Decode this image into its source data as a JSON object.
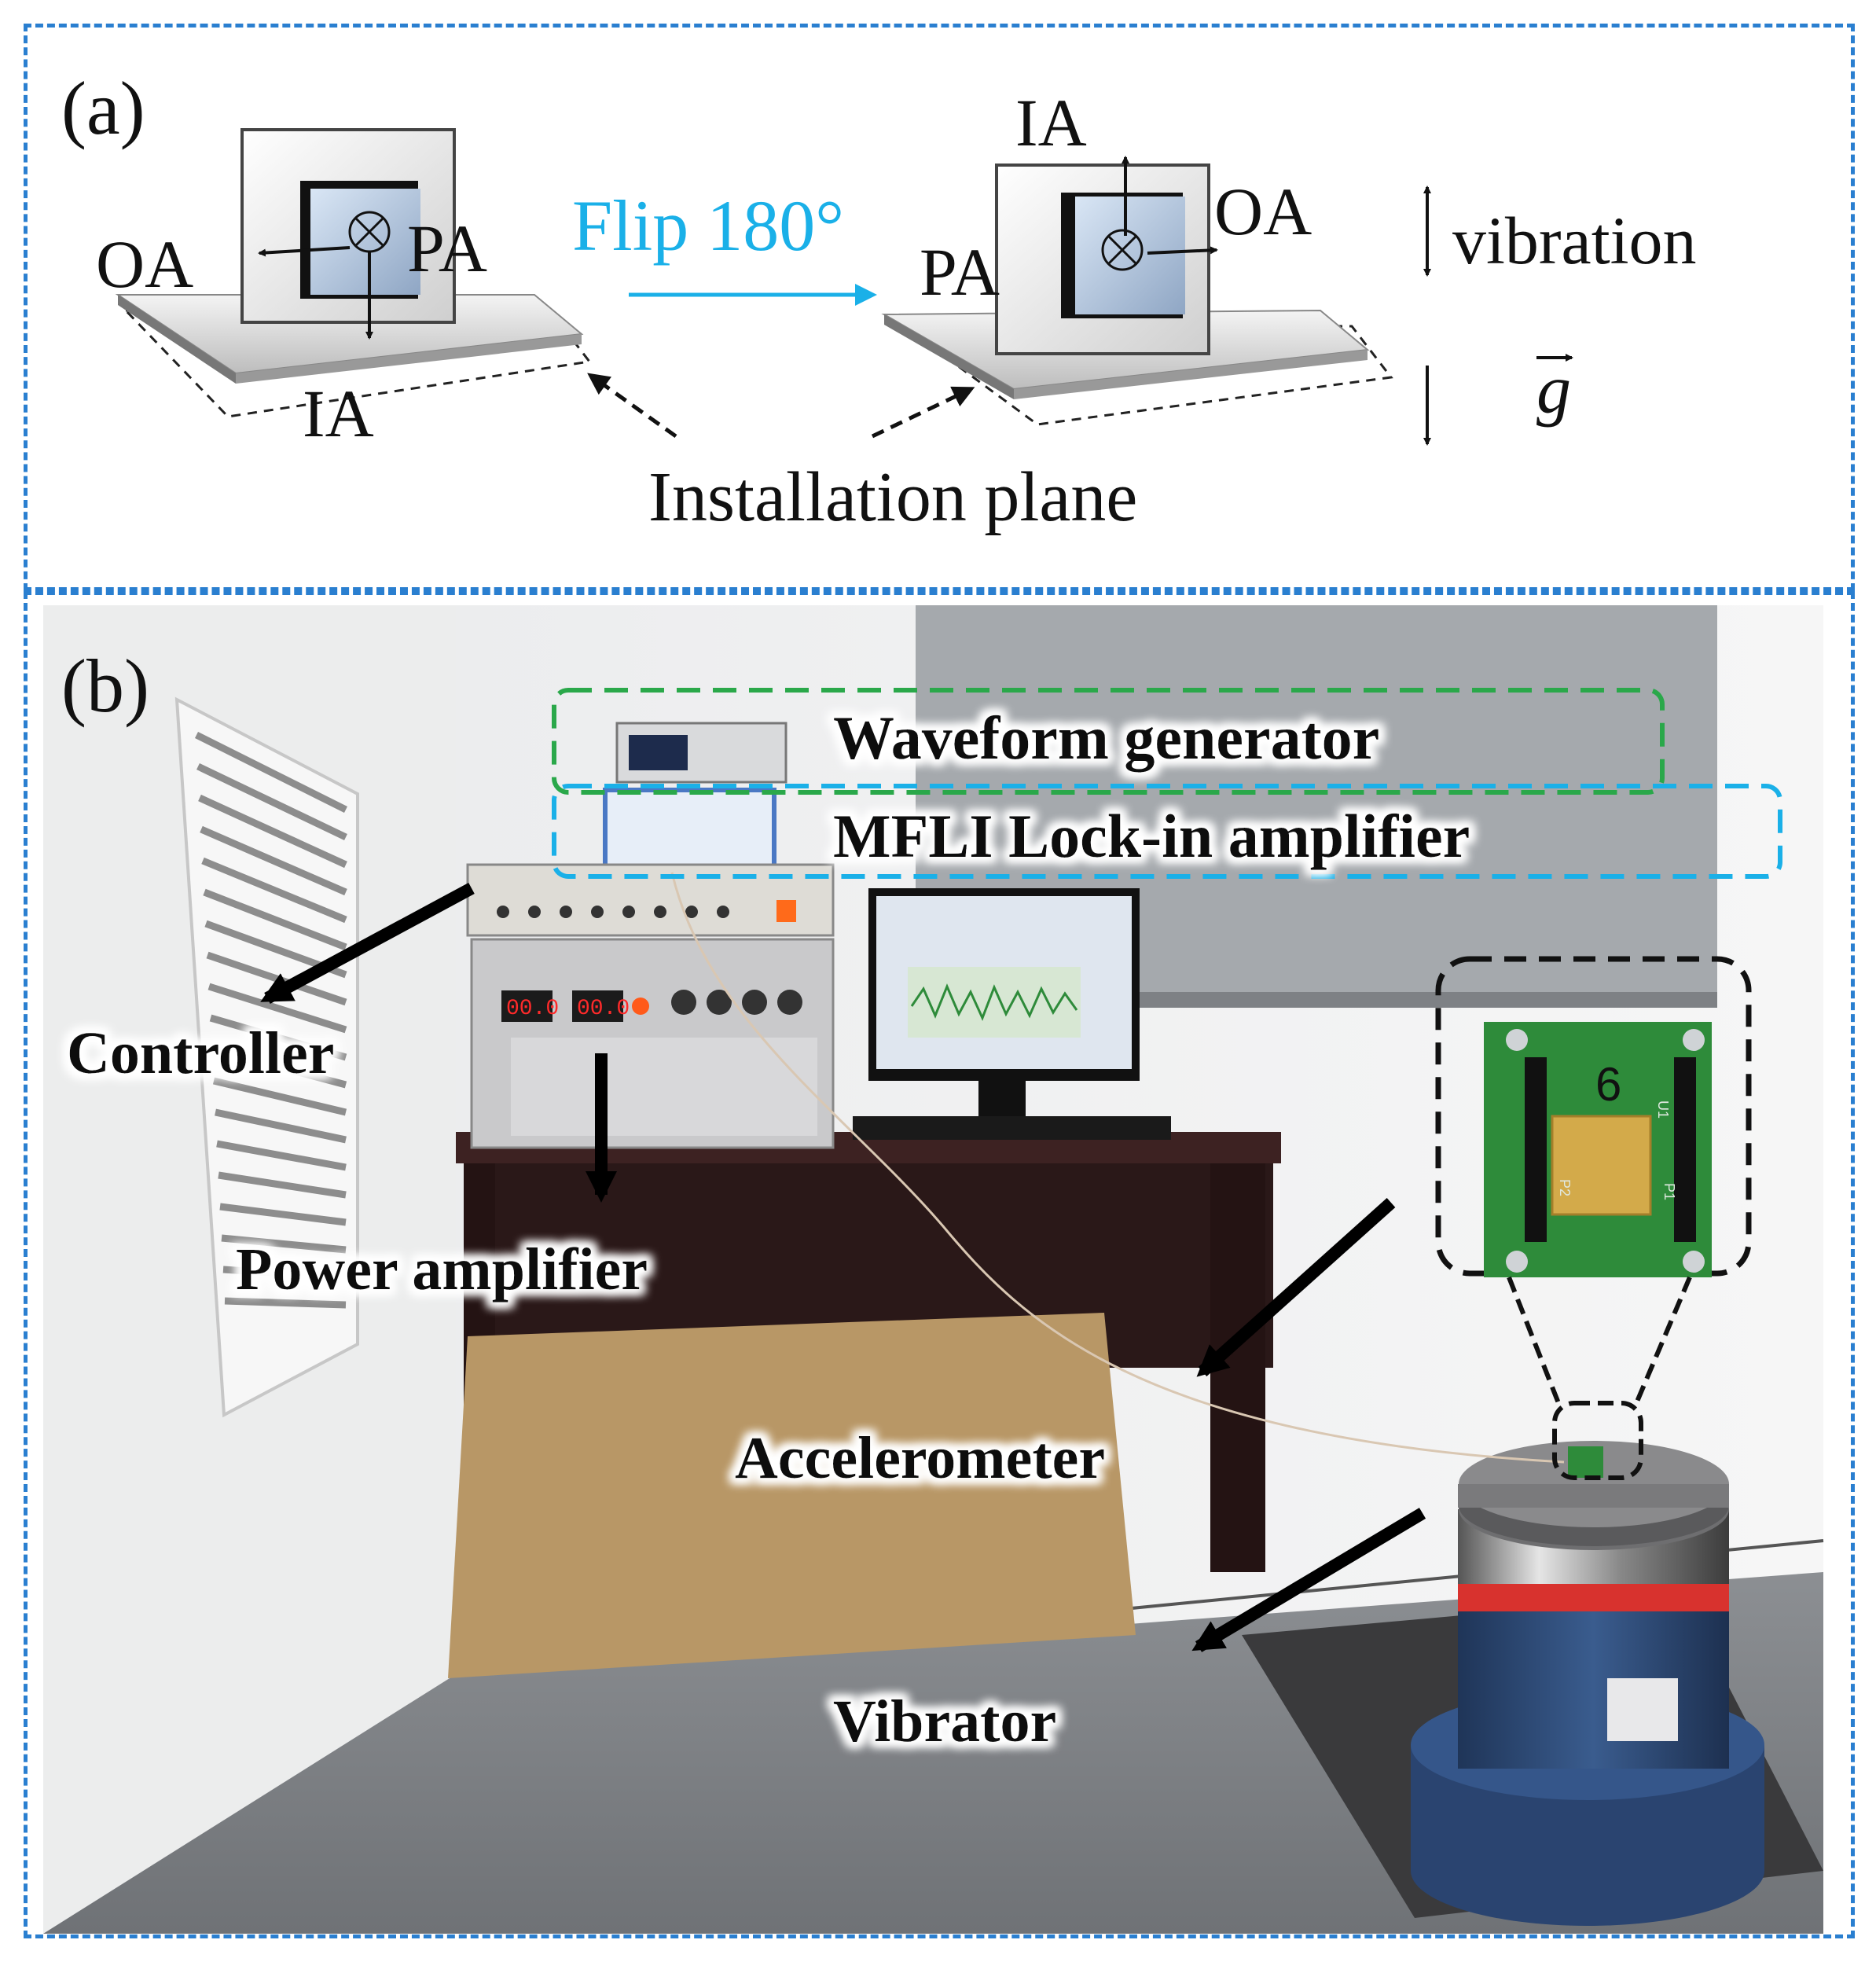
{
  "panel_a": {
    "label": "(a)",
    "left_device": {
      "oa": "OA",
      "pa": "PA",
      "ia": "IA"
    },
    "flip": "Flip 180°",
    "right_device": {
      "ia": "IA",
      "oa": "OA",
      "pa": "PA"
    },
    "vibration": "vibration",
    "gravity": "g",
    "installation_plane": "Installation plane"
  },
  "panel_b": {
    "label": "(b)",
    "waveform_generator": "Waveform generator",
    "lockin": "MFLI Lock-in amplifier",
    "controller": "Controller",
    "power_amplifier": "Power amplifier",
    "accelerometer": "Accelerometer",
    "vibrator": "Vibrator",
    "display_left": "00.0",
    "display_right": "00.0",
    "pcb_number": "6",
    "pcb_p1": "P1",
    "pcb_p2": "P2",
    "pcb_u1": "U1"
  },
  "colors": {
    "frame_border": "#2a7fd0",
    "flip_blue": "#1ab0e8",
    "green_box": "#2aa84a",
    "blue_box": "#1ab0e8",
    "pcb_green": "#2e8b3a",
    "vibrator_blue": "#2c4a78",
    "red_band": "#d8322e"
  }
}
